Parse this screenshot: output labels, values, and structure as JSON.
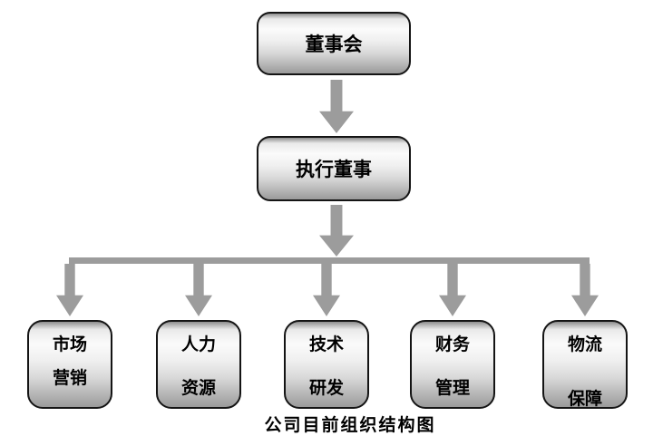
{
  "diagram": {
    "caption": "公司目前组织结构图",
    "root": {
      "label": "董事会"
    },
    "executive": {
      "label": "执行董事"
    },
    "departments": [
      {
        "line1": "市场",
        "line2": "营销"
      },
      {
        "line1": "人力",
        "line2": "资源"
      },
      {
        "line1": "技术",
        "line2": "研发"
      },
      {
        "line1": "财务",
        "line2": "管理"
      },
      {
        "line1": "物流",
        "line2": "保障"
      }
    ],
    "colors": {
      "arrow": "#9c9c9c",
      "connector_bar": "#9c9c9c",
      "box_border": "#141414",
      "box_fill_light": "#fbfbfb",
      "box_fill_dark": "#9a9a9a",
      "text": "#000000",
      "background": "#ffffff"
    }
  }
}
